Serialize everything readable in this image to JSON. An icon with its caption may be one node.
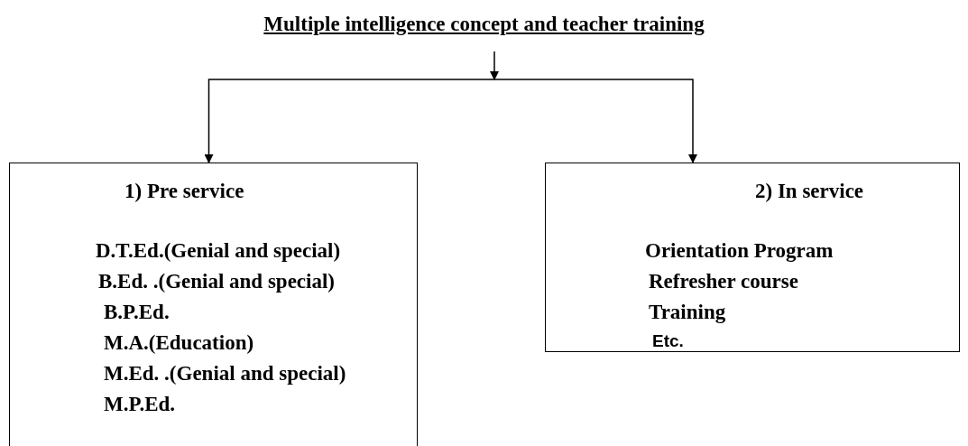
{
  "diagram": {
    "nodes": [
      {
        "text": [
          "Multiple intelligence concept and teacher training"
        ]
      },
      {
        "text": [
          "1) Pre service",
          "D.T.Ed.(Genial and special)",
          "B.Ed. .(Genial and special)",
          "B.P.Ed.",
          "M.A.(Education)",
          "M.Ed. .(Genial and special)",
          "M.P.Ed."
        ]
      },
      {
        "text": [
          "2) In service",
          "Orientation Program",
          "Refresher course",
          "Training",
          "Etc."
        ]
      }
    ],
    "edges": [
      {
        "from": 0,
        "to": 1,
        "arrow": "to"
      },
      {
        "from": 0,
        "to": 2,
        "arrow": "to"
      }
    ]
  }
}
